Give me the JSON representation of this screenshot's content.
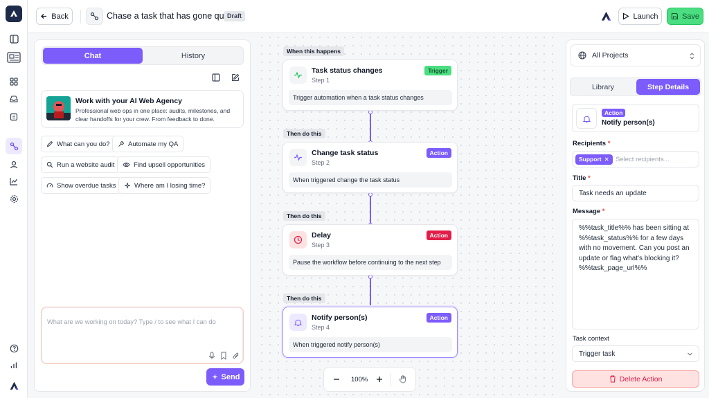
{
  "colors": {
    "accent": "#7c5cfb",
    "trigger": "#22c55e",
    "action": "#7c5cfb",
    "danger": "#e11d48",
    "save": "#4ade80"
  },
  "header": {
    "back_label": "Back",
    "title": "Chase a task that has gone quiet",
    "status_badge": "Draft",
    "launch_label": "Launch",
    "save_label": "Save"
  },
  "chat": {
    "tabs": [
      "Chat",
      "History"
    ],
    "agency": {
      "title": "Work with your AI Web Agency",
      "description": "Professional web ops in one place: audits, milestones, and clear handoffs for your crew. From feedback to done."
    },
    "suggestions": [
      {
        "label": "What can you do?",
        "icon": "pencil-icon"
      },
      {
        "label": "Automate my QA",
        "icon": "wrench-icon"
      },
      {
        "label": "Run a website audit",
        "icon": "search-icon"
      },
      {
        "label": "Find upsell opportunities",
        "icon": "eye-icon"
      },
      {
        "label": "Show overdue tasks",
        "icon": "gauge-icon"
      },
      {
        "label": "Where am I losing time?",
        "icon": "sparkle-icon"
      }
    ],
    "prompt_placeholder": "What are we working on today? Type / to see what I can do",
    "send_label": "Send"
  },
  "workflow": {
    "steps": [
      {
        "tag": "When this happens",
        "title": "Task status changes",
        "step": "Step 1",
        "badge": "Trigger",
        "description": "Trigger automation when a task status changes",
        "icon": "activity-icon"
      },
      {
        "tag": "Then do this",
        "title": "Change task status",
        "step": "Step 2",
        "badge": "Action",
        "description": "When triggered change the task status",
        "icon": "activity-icon"
      },
      {
        "tag": "Then do this",
        "title": "Delay",
        "step": "Step 3",
        "badge": "Action",
        "description": "Pause the workflow before continuing to the next step",
        "icon": "clock-icon"
      },
      {
        "tag": "Then do this",
        "title": "Notify person(s)",
        "step": "Step 4",
        "badge": "Action",
        "description": "When triggered notify person(s)",
        "icon": "bell-icon"
      }
    ],
    "zoom": "100%"
  },
  "details": {
    "project": "All Projects",
    "tabs": [
      "Library",
      "Step Details"
    ],
    "step_badge": "Action",
    "step_title": "Notify person(s)",
    "recipients_label": "Recipients",
    "recipient_chip": "Support",
    "recipients_placeholder": "Select recipients...",
    "title_label": "Title",
    "title_value": "Task needs an update",
    "message_label": "Message",
    "message_value": "%%task_title%% has been sitting at %%task_status%% for a few days with no movement. Can you post an update or flag what's blocking it? %%task_page_url%%",
    "context_label": "Task context",
    "context_value": "Trigger task",
    "delete_label": "Delete Action"
  }
}
